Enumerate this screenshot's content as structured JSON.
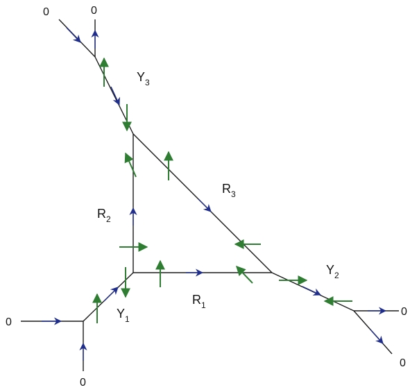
{
  "labels": {
    "R1": {
      "main": "R",
      "sub": "1"
    },
    "R2": {
      "main": "R",
      "sub": "2"
    },
    "R3": {
      "main": "R",
      "sub": "3"
    },
    "Y1": {
      "main": "Y",
      "sub": "1"
    },
    "Y2": {
      "main": "Y",
      "sub": "2"
    },
    "Y3": {
      "main": "Y",
      "sub": "3"
    }
  },
  "zero": "0",
  "colors": {
    "edge": "#1a1a1a",
    "blue_arrow": "#1f2d8c",
    "green_arrow": "#2e7d32"
  }
}
